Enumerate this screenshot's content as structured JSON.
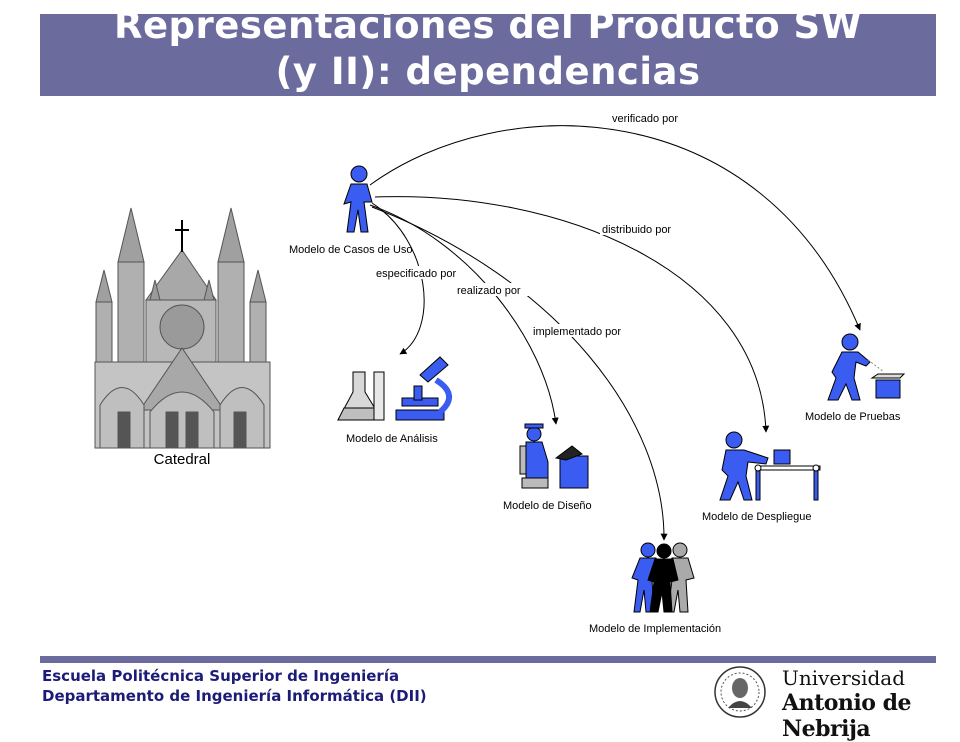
{
  "title": {
    "line1": "Representaciones del Producto SW",
    "line2": "(y II): dependencias"
  },
  "cathedral": {
    "label": "Catedral"
  },
  "nodes": {
    "casos_uso": "Modelo de Casos de Uso",
    "analisis": "Modelo de Análisis",
    "diseno": "Modelo de Diseño",
    "implementacion": "Modelo de Implementación",
    "despliegue": "Modelo de Despliegue",
    "pruebas": "Modelo de Pruebas"
  },
  "edges": {
    "verificado": "verificado por",
    "distribuido": "distribuido por",
    "especificado": "especificado por",
    "realizado": "realizado por",
    "implementado": "implementado por"
  },
  "footer": {
    "line1": "Escuela Politécnica Superior de Ingeniería",
    "line2": "Departamento de Ingeniería Informática (DII)"
  },
  "university": {
    "line1": "Universidad",
    "line2": "Antonio de Nebrija"
  },
  "colors": {
    "accent": "#6b6b9e",
    "figure": "#3a5cf0",
    "footer_text": "#1c1c78",
    "cathedral": "#b8b8b8"
  }
}
